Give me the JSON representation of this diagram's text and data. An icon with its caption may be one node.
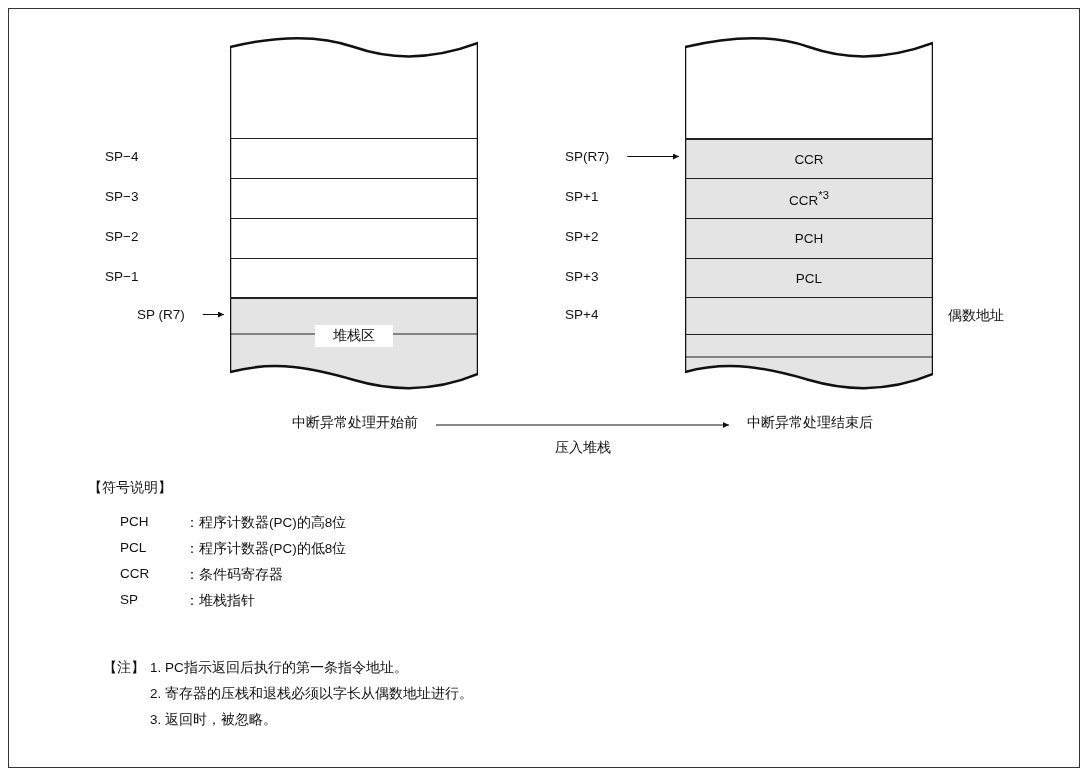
{
  "diagram": {
    "nodes": [
      {
        "text": [],
        "shape": "box"
      },
      {
        "text": [],
        "shape": "box",
        "in": 0
      },
      {
        "text": [],
        "shape": "box",
        "in": 0
      },
      {
        "text": [],
        "shape": "box",
        "in": 0
      },
      {
        "text": [],
        "shape": "box",
        "in": 0
      },
      {
        "text": [
          "堆栈区"
        ],
        "in": 0
      },
      {
        "text": [
          "SP (R7)"
        ]
      },
      {
        "text": [],
        "shape": "box"
      },
      {
        "text": [
          "CCR"
        ],
        "in": 7
      },
      {
        "text": [
          "CCR$^{*3}$"
        ],
        "in": 7
      },
      {
        "text": [
          "PCH"
        ],
        "in": 7
      },
      {
        "text": [
          "PCL"
        ],
        "in": 7
      },
      {
        "text": [],
        "shape": "box",
        "in": 7
      },
      {
        "text": [],
        "shape": "box",
        "in": 7
      },
      {
        "text": [
          "SP(R7)"
        ]
      },
      {
        "text": [
          "中断异常处理开始前"
        ]
      },
      {
        "text": [
          "中断异常处理结束后"
        ]
      }
    ],
    "edges": [
      {
        "from": 6,
        "to": 5,
        "arrow": "to"
      },
      {
        "from": 14,
        "to": 8,
        "arrow": "to"
      },
      {
        "from": 15,
        "to": 16,
        "label": "压入堆栈",
        "arrow": "to"
      }
    ],
    "labels": [
      "SP−4",
      "SP−3",
      "SP−2",
      "SP−1",
      "SP+1",
      "SP+2",
      "SP+3",
      "SP+4",
      "偶数地址",
      "【符号说明】",
      "PCH",
      "：程序计数器(PC)的高8位",
      "PCL",
      "：程序计数器(PC)的低8位",
      "CCR",
      "：条件码寄存器",
      "SP",
      "：堆栈指针",
      "【注】",
      "1. PC指示返回后执行的第一条指令地址。",
      "2. 寄存器的压栈和退栈必须以字长从偶数地址进行。",
      "3. 返回时，被忽略。"
    ]
  }
}
